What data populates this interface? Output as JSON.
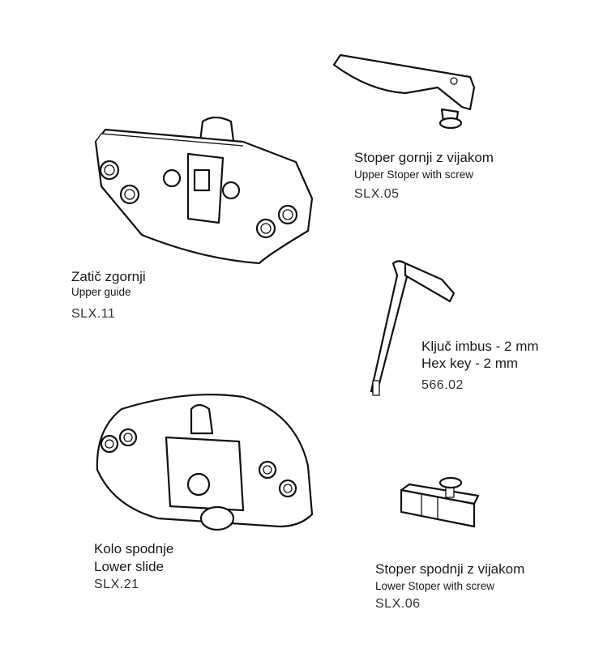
{
  "parts": [
    {
      "name_sl": "Zatič  zgornji",
      "name_en": "Upper guide",
      "code": "SLX.11"
    },
    {
      "name_sl": "Stoper gornji z vijakom",
      "name_en": "Upper Stoper with screw",
      "code": "SLX.05"
    },
    {
      "name_sl": "Ključ imbus - 2 mm",
      "name_en": "Hex key - 2 mm",
      "code": "566.02"
    },
    {
      "name_sl": "Kolo spodnje",
      "name_en": "Lower slide",
      "code": "SLX.21"
    },
    {
      "name_sl": "Stoper spodnji z vijakom",
      "name_en": "Lower Stoper with screw",
      "code": "SLX.06"
    }
  ]
}
